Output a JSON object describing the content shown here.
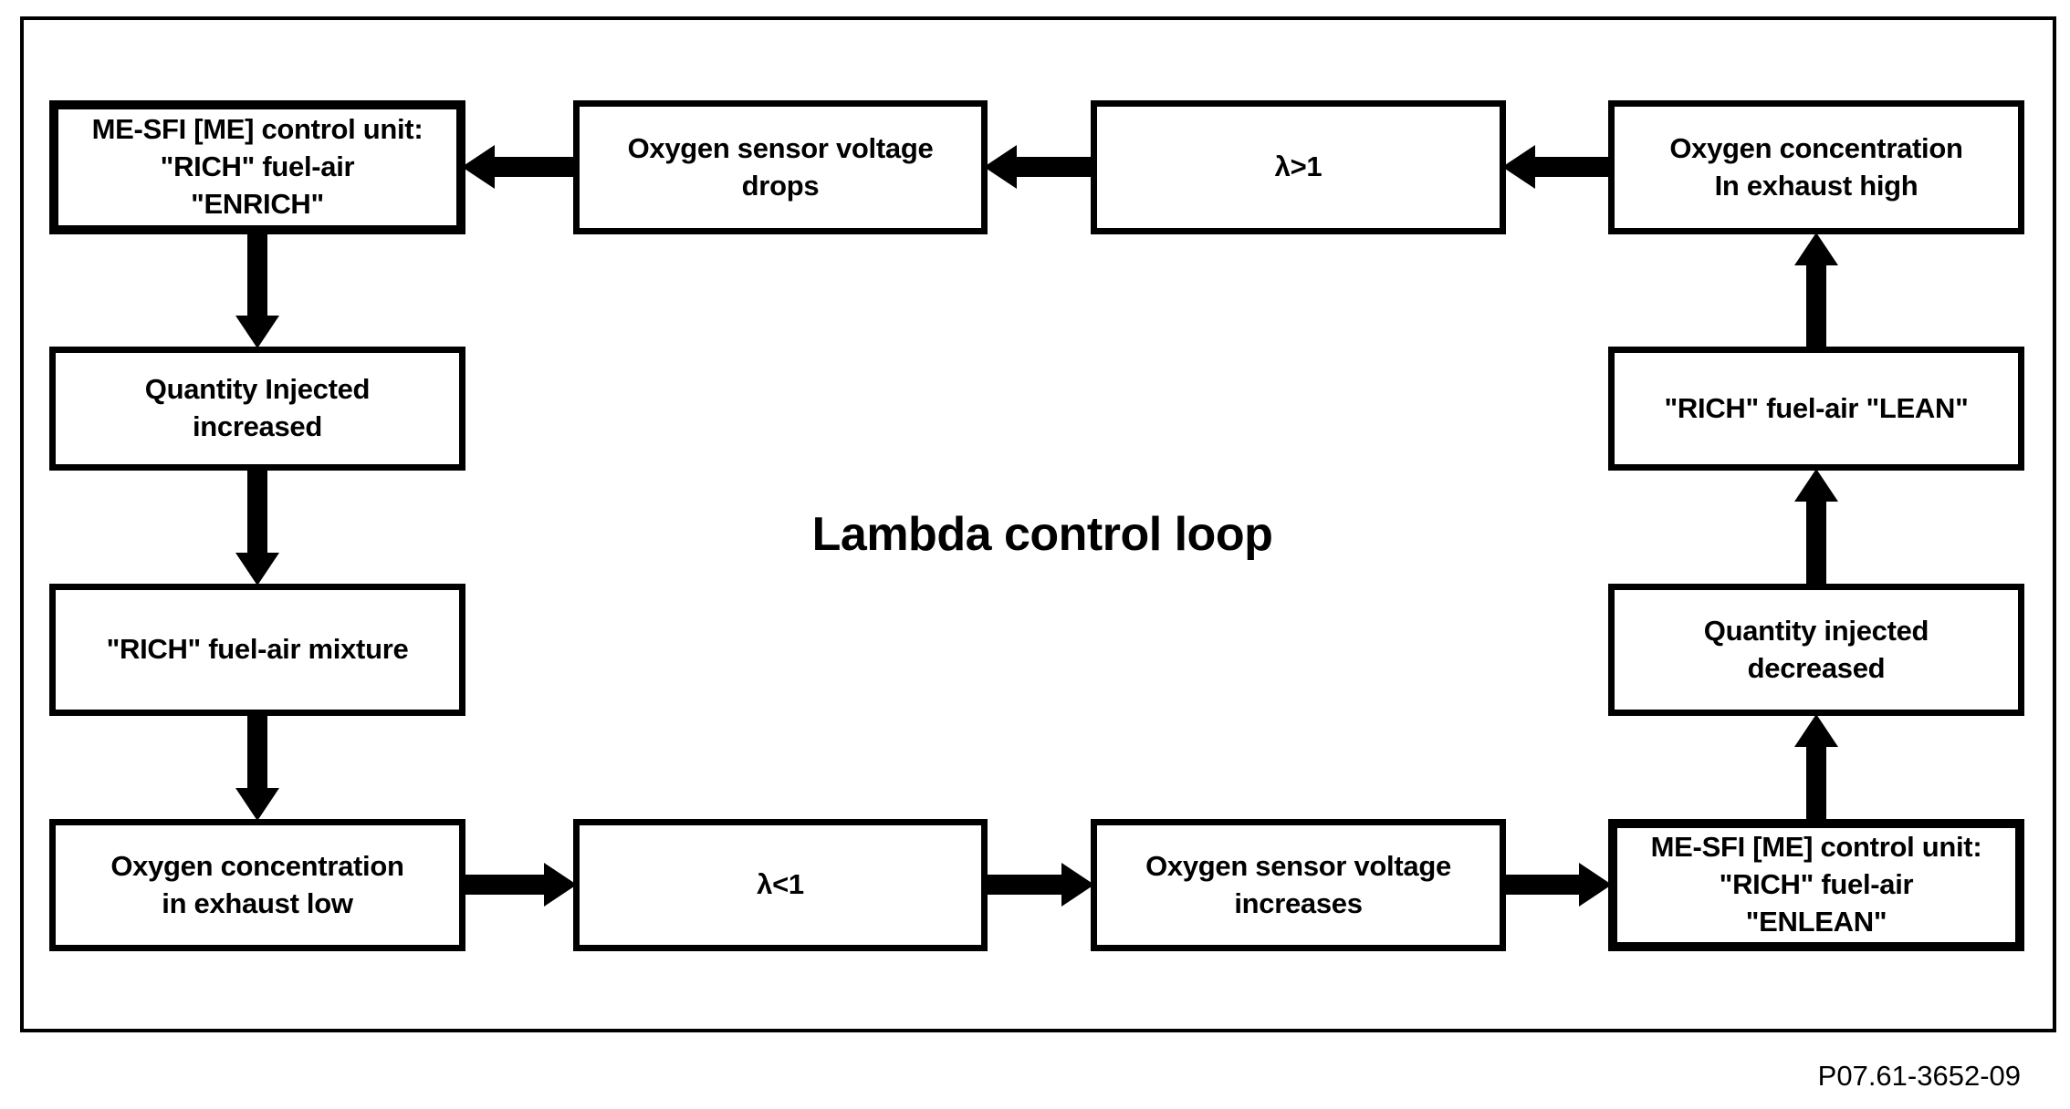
{
  "diagram": {
    "title": "Lambda control loop",
    "figure_code": "P07.61-3652-09",
    "colors": {
      "foreground": "#000000",
      "background": "#ffffff"
    },
    "boxes": {
      "me_enrich": "ME-SFI [ME] control unit:\n\"RICH\" fuel-air\n\"ENRICH\"",
      "o2_voltage_drops": "Oxygen sensor voltage\ndrops",
      "lambda_gt_1": "λ>1",
      "o2_conc_high": "Oxygen concentration\nIn exhaust high",
      "qty_injected_increased": "Quantity Injected\nincreased",
      "rich_fuel_air_lean": "\"RICH\" fuel-air \"LEAN\"",
      "rich_fuel_air_mixture": "\"RICH\" fuel-air mixture",
      "qty_injected_decreased": "Quantity injected\ndecreased",
      "o2_conc_low": "Oxygen concentration\nin exhaust low",
      "lambda_lt_1": "λ<1",
      "o2_voltage_increases": "Oxygen sensor voltage\nincreases",
      "me_enlean": "ME-SFI [ME] control unit:\n\"RICH\" fuel-air\n\"ENLEAN\""
    },
    "edges": [
      {
        "from": "o2_conc_high",
        "to": "lambda_gt_1",
        "direction": "left"
      },
      {
        "from": "lambda_gt_1",
        "to": "o2_voltage_drops",
        "direction": "left"
      },
      {
        "from": "o2_voltage_drops",
        "to": "me_enrich",
        "direction": "left"
      },
      {
        "from": "me_enrich",
        "to": "qty_injected_increased",
        "direction": "down"
      },
      {
        "from": "qty_injected_increased",
        "to": "rich_fuel_air_mixture",
        "direction": "down"
      },
      {
        "from": "rich_fuel_air_mixture",
        "to": "o2_conc_low",
        "direction": "down"
      },
      {
        "from": "o2_conc_low",
        "to": "lambda_lt_1",
        "direction": "right"
      },
      {
        "from": "lambda_lt_1",
        "to": "o2_voltage_increases",
        "direction": "right"
      },
      {
        "from": "o2_voltage_increases",
        "to": "me_enlean",
        "direction": "right"
      },
      {
        "from": "me_enlean",
        "to": "qty_injected_decreased",
        "direction": "up"
      },
      {
        "from": "qty_injected_decreased",
        "to": "rich_fuel_air_lean",
        "direction": "up"
      },
      {
        "from": "rich_fuel_air_lean",
        "to": "o2_conc_high",
        "direction": "up"
      }
    ]
  }
}
